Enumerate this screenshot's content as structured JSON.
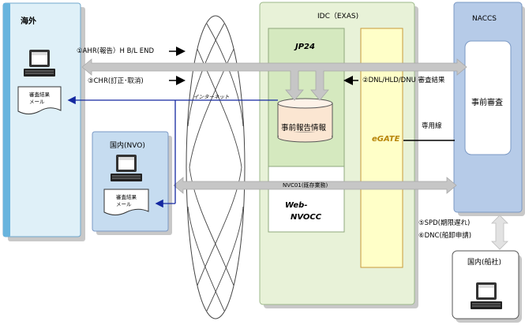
{
  "nodes": {
    "overseas": "海外",
    "idc": "IDC（EXAS)",
    "naccs": "NACCS",
    "jp24": "JP24",
    "egate": "eGATE",
    "webnvocc": [
      "Web-",
      "NVOCC"
    ],
    "domestic_nvo": "国内(NVO)",
    "domestic_carrier": "国内(船社)",
    "prior_review": "事前審査",
    "prior_report_info": "事前報告情報",
    "internet": "インターネット"
  },
  "mail": {
    "overseas": [
      "審査結果",
      "メール"
    ],
    "nvo": [
      "審査結果",
      "メール"
    ]
  },
  "flows": {
    "ahr": "①AHR(報告）H B/L END",
    "chr": "③CHR(訂正･取消)",
    "dnl": "②DNL/HLD/DNU 審査結果",
    "dedicated_line": "専用線",
    "nvc01": "NVC01(既存業務)",
    "spd": "⑤SPD(期限遅れ)",
    "dnc": "⑥DNC(船卸申請)"
  },
  "colors": {
    "panel_blue": "#dff0f8",
    "panel_green": "#e8f2d8",
    "jp24_green": "#d5e9bf",
    "egate_yellow": "#ffffc8",
    "db_pink": "#fbe6d2",
    "naccs_blue": "#b6cbe8",
    "arrow_grey": "#c6c6c6",
    "line_blue": "#1428a0"
  }
}
